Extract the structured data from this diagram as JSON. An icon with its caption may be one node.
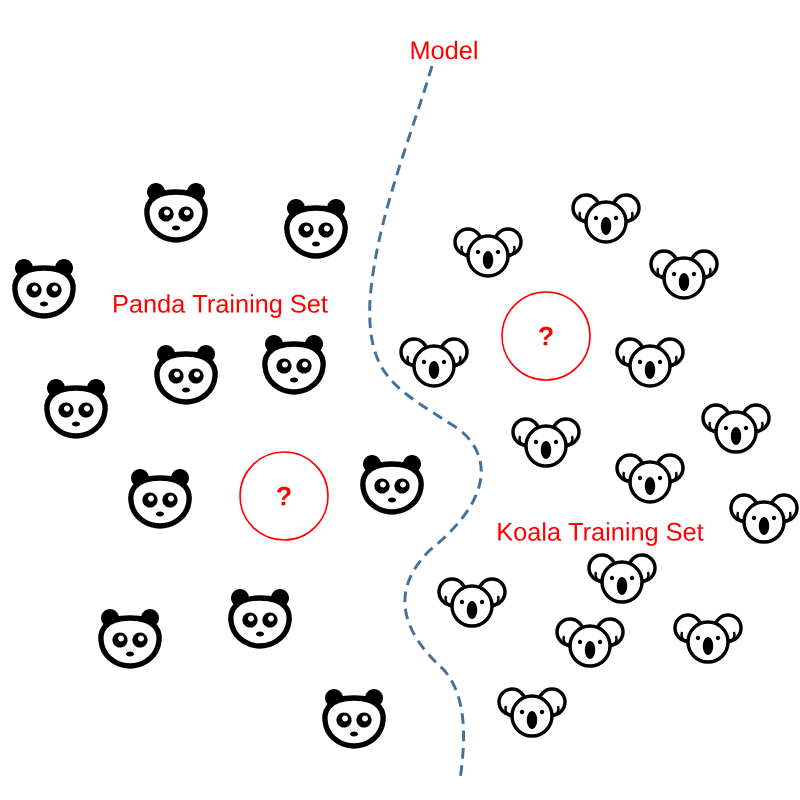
{
  "diagram": {
    "nodes": [
      {
        "text": [
          "?"
        ]
      },
      {
        "text": [
          "?"
        ]
      }
    ],
    "labels": [
      "Model",
      "Panda Training Set",
      "Koala Training Set"
    ]
  }
}
